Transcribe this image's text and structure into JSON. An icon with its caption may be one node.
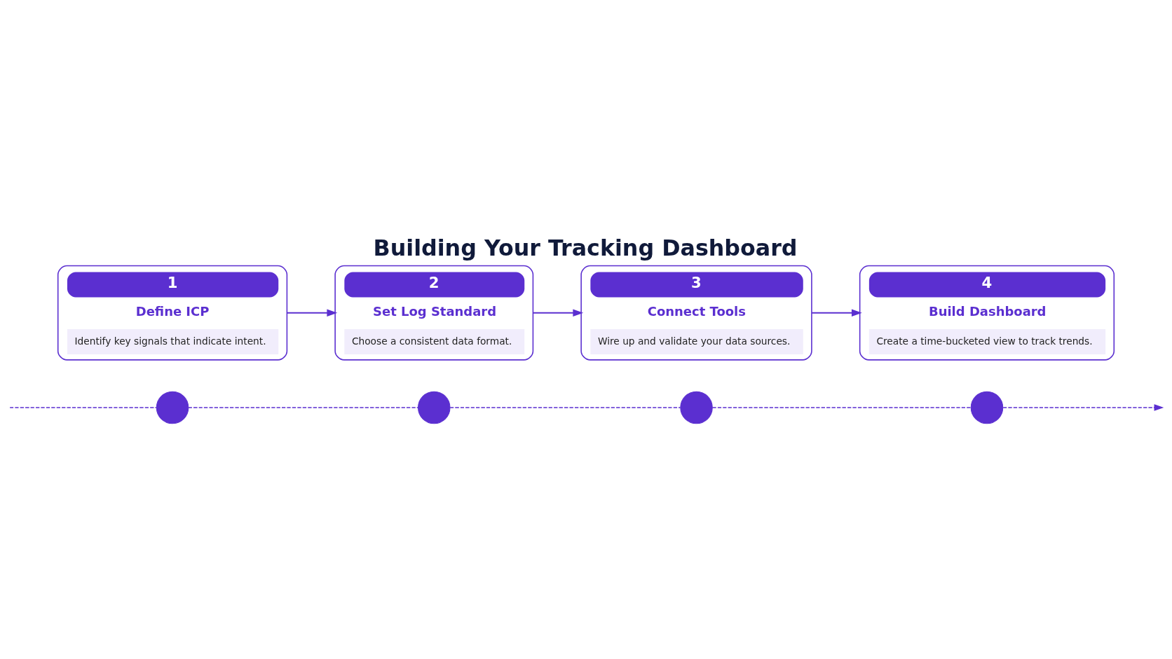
{
  "diagram": {
    "title": "Building Your Tracking Dashboard",
    "nodes": [
      {
        "text": [
          "1",
          "Define ICP",
          "Identify key signals that indicate intent."
        ]
      },
      {
        "text": [
          "2",
          "Set Log Standard",
          "Choose a consistent data format."
        ]
      },
      {
        "text": [
          "3",
          "Connect Tools",
          "Wire up and validate your data sources."
        ]
      },
      {
        "text": [
          "4",
          "Build Dashboard",
          "Create a time-bucketed view to track trends."
        ]
      },
      {
        "text": [],
        "shape": "circle"
      },
      {
        "text": [],
        "shape": "circle"
      },
      {
        "text": [],
        "shape": "circle"
      },
      {
        "text": [],
        "shape": "circle"
      }
    ],
    "edges": [
      {
        "from": 0,
        "to": 1,
        "arrow": "to"
      },
      {
        "from": 1,
        "to": 2,
        "arrow": "to"
      },
      {
        "from": 2,
        "to": 3,
        "arrow": "to"
      },
      {
        "from": null,
        "to": 4,
        "arrow": "none",
        "style": "dashed"
      },
      {
        "from": 4,
        "to": 5,
        "arrow": "none",
        "style": "dashed"
      },
      {
        "from": 5,
        "to": 6,
        "arrow": "none",
        "style": "dashed"
      },
      {
        "from": 6,
        "to": 7,
        "arrow": "none",
        "style": "dashed"
      },
      {
        "from": 7,
        "to": null,
        "arrow": "to",
        "style": "dashed"
      }
    ]
  }
}
